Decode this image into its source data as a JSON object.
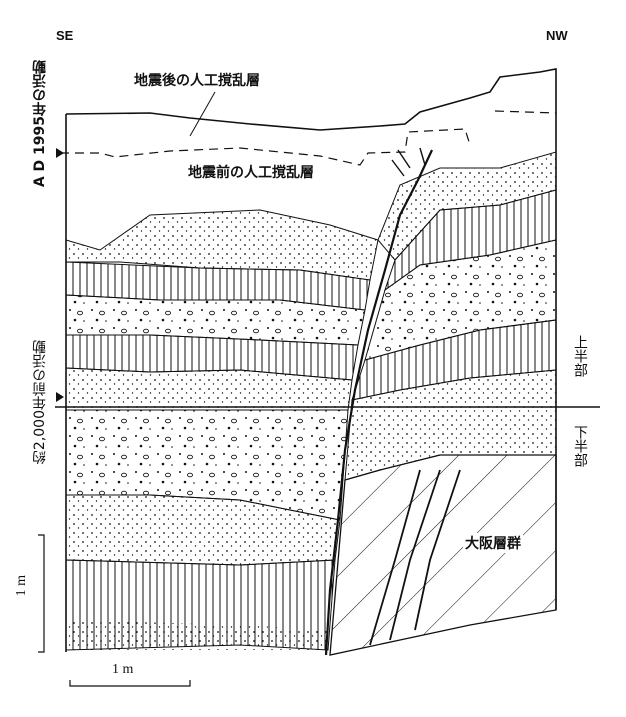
{
  "orientation": {
    "left": "SE",
    "right": "NW"
  },
  "labels": {
    "post_quake_fill": "地震後の人工撹乱層",
    "pre_quake_fill": "地震前の人工撹乱層",
    "osaka_group": "大阪層群"
  },
  "events": {
    "ad1995": "A D 1995年の活動",
    "bp2000": "約2,000年前の活動"
  },
  "sections": {
    "upper": "上半部",
    "lower": "下半部"
  },
  "scale": {
    "vertical": "1 m",
    "horizontal": "1 m"
  }
}
